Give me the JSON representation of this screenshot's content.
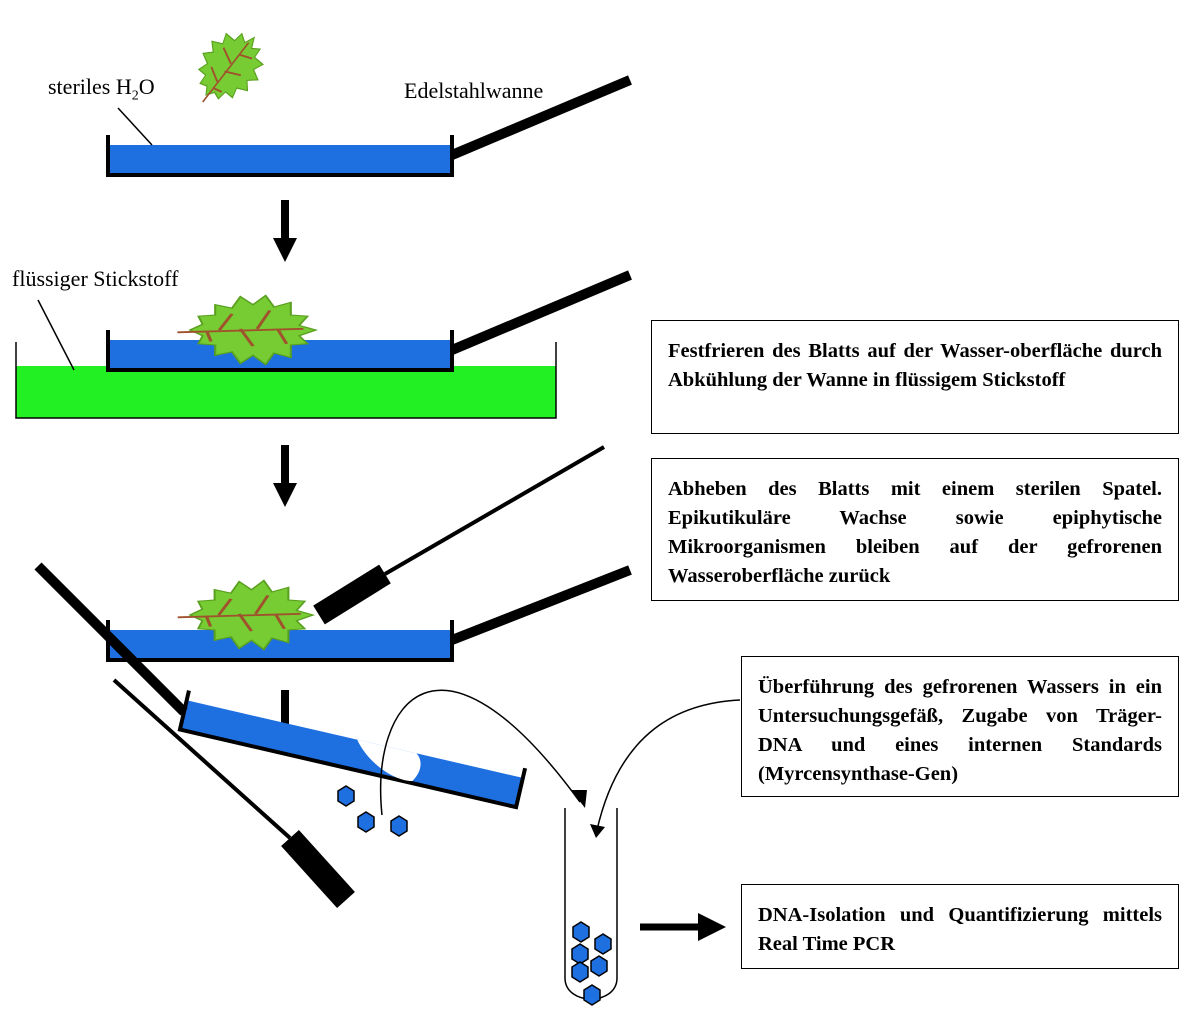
{
  "labels": {
    "water": "steriles H",
    "water_sub": "2",
    "water_suffix": "O",
    "tray": "Edelstahlwanne",
    "nitrogen": "flüssiger Stickstoff"
  },
  "steps": [
    {
      "text": "Festfrieren des Blatts auf der Wasser-oberfläche durch Abkühlung der Wanne in flüssigem Stickstoff"
    },
    {
      "text": "Abheben des Blatts mit einem sterilen Spatel. Epikutikuläre Wachse sowie epiphytische Mikroorganismen bleiben auf der gefrorenen Wasseroberfläche zurück"
    },
    {
      "text": "Überführung des gefrorenen Wassers in ein Untersuchungsgefäß, Zugabe von Träger-DNA und eines internen Standards (Myrcensynthase-Gen)"
    },
    {
      "text": "DNA-Isolation und Quantifizierung mittels Real Time PCR"
    }
  ],
  "colors": {
    "water": "#1e6fe0",
    "nitrogen": "#22f022",
    "leaf": "#77cc33",
    "leaf_vein": "#a0522d",
    "outline": "#000000"
  }
}
